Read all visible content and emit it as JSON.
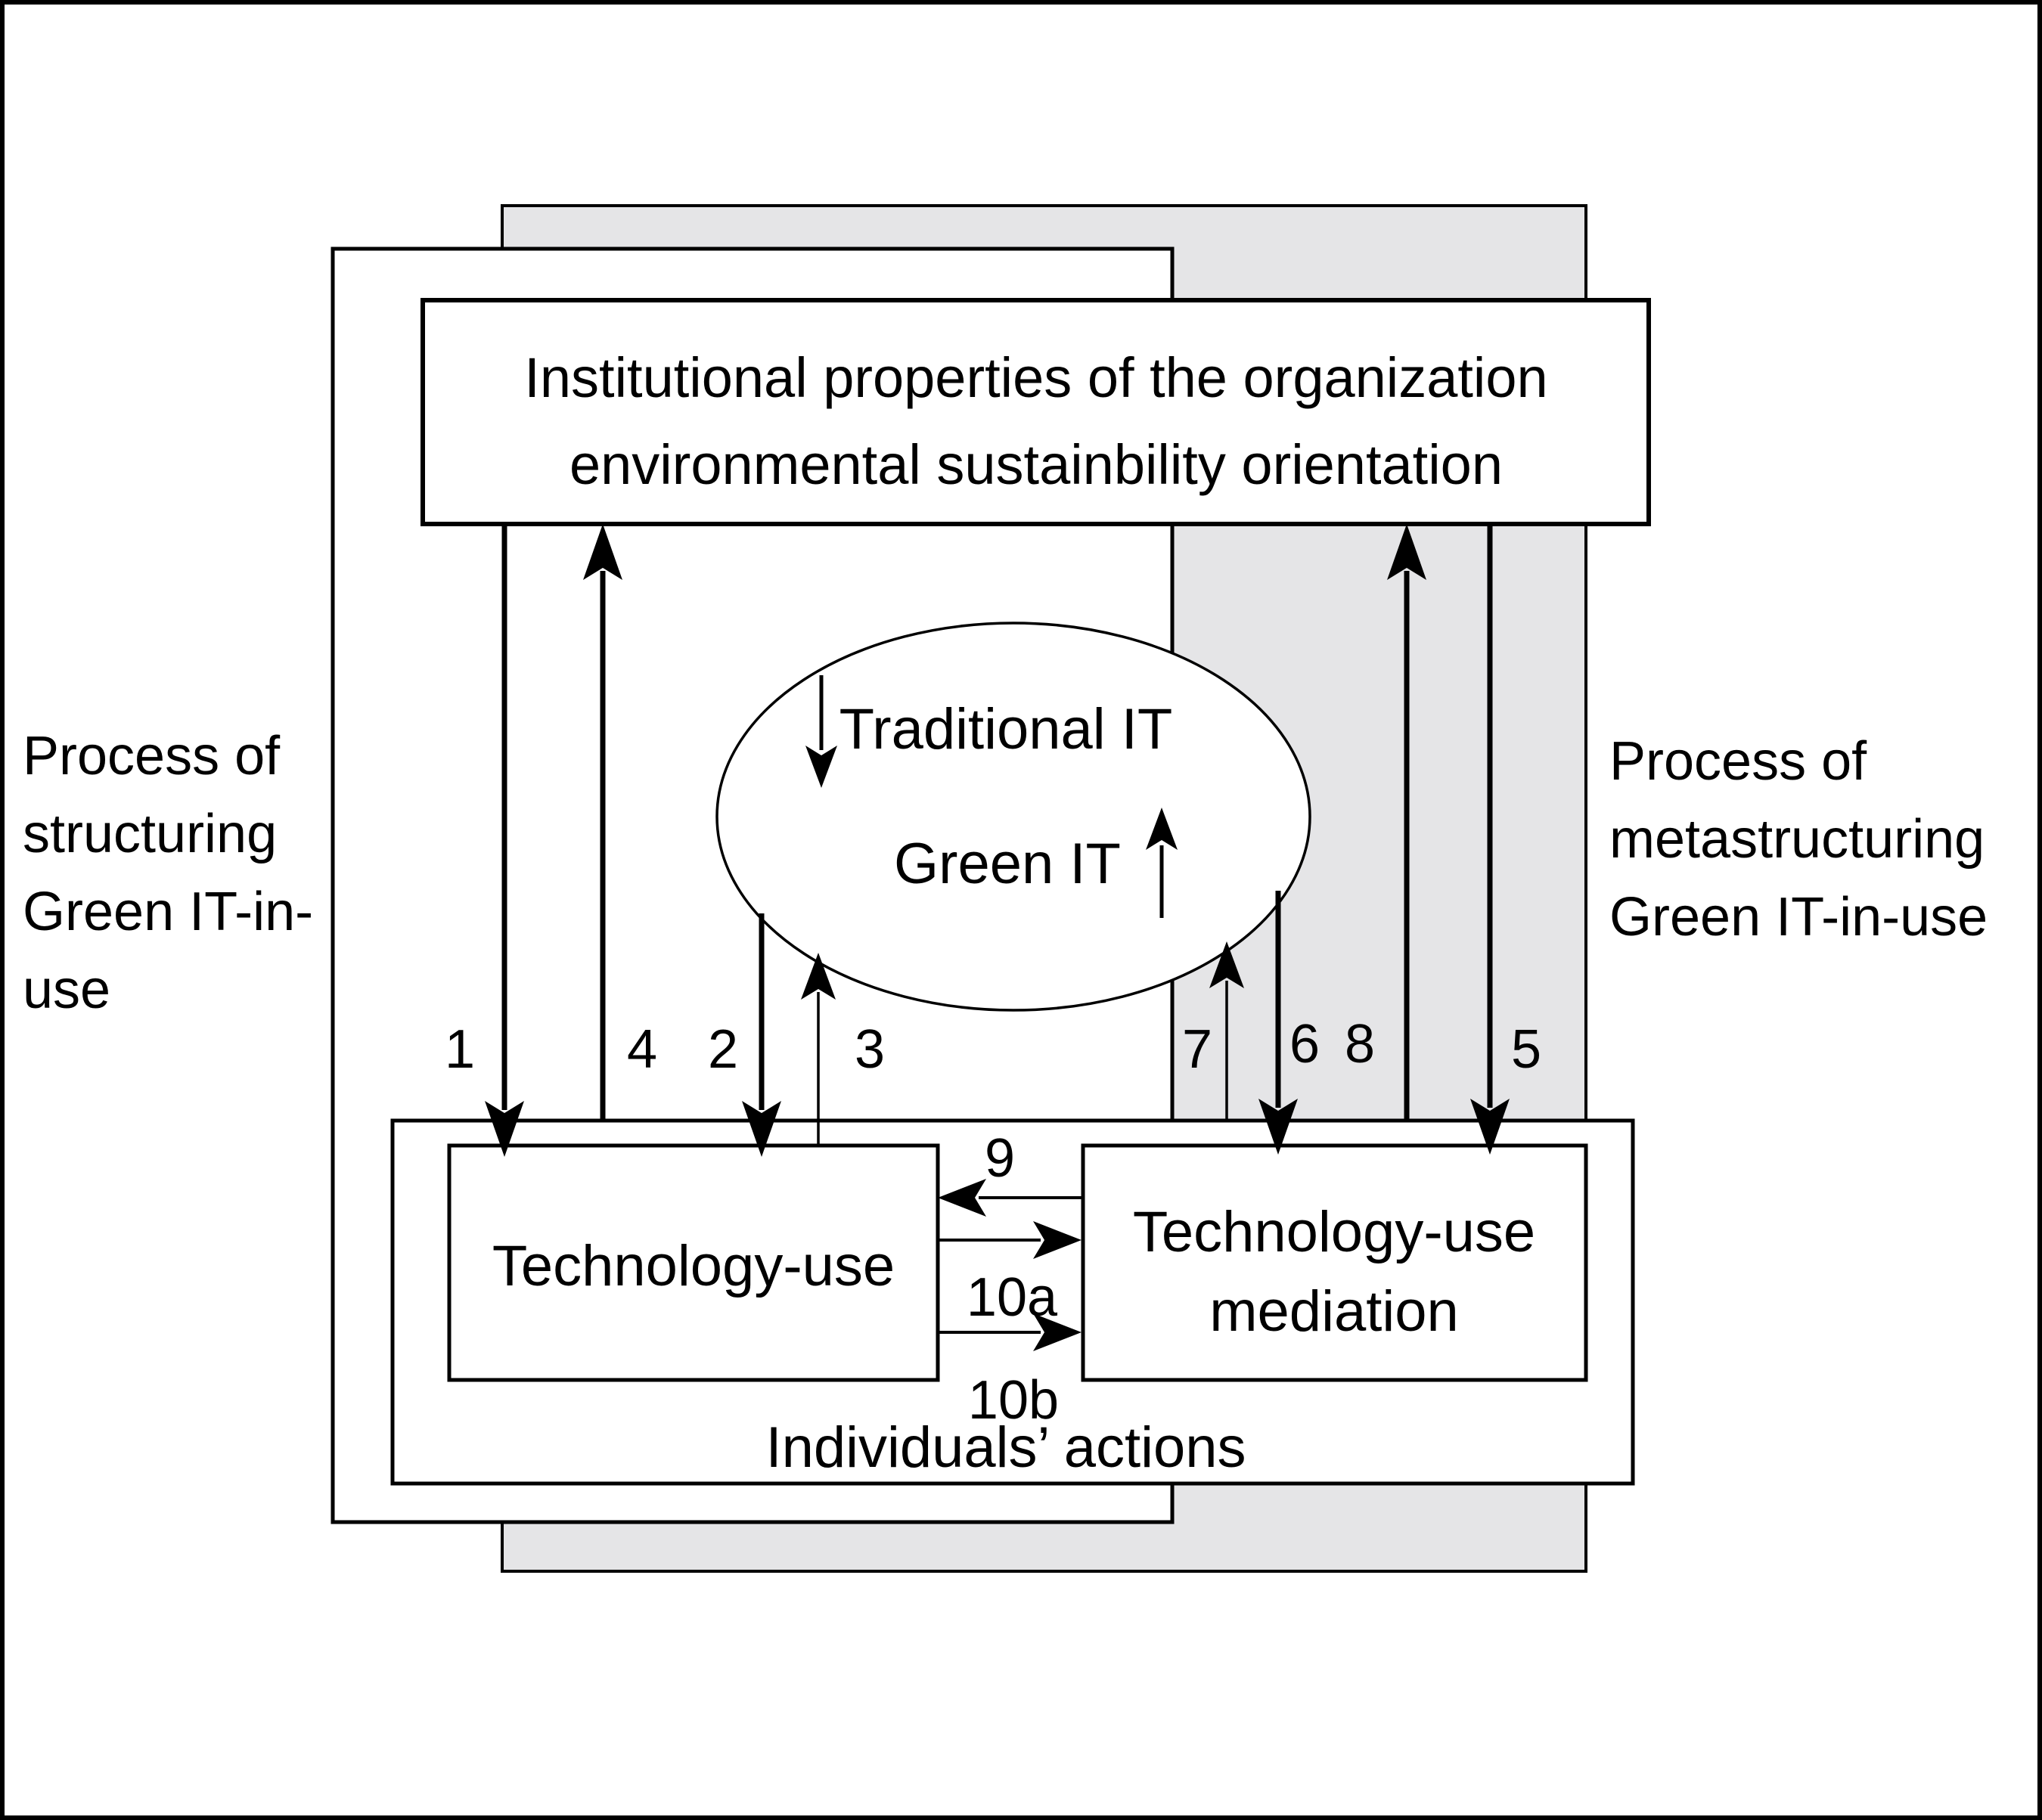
{
  "figure": {
    "institutional_box": {
      "line1": "Institutional properties of the organization",
      "line2": "environmental sustainbility orientation"
    },
    "ellipse": {
      "traditional": "Traditional IT",
      "green": "Green IT"
    },
    "technology_use": {
      "label": "Technology-use"
    },
    "mediation": {
      "line1": "Technology-use",
      "line2": "mediation"
    },
    "individuals": {
      "label": "Individuals’ actions"
    },
    "left_process": {
      "line1": "Process of",
      "line2": "structuring",
      "line3": "Green IT-in-",
      "line4": "use"
    },
    "right_process": {
      "line1": "Process of",
      "line2": "metastructuring",
      "line3": "Green IT-in-use"
    },
    "arrows": {
      "n1": "1",
      "n2": "2",
      "n3": "3",
      "n4": "4",
      "n5": "5",
      "n6": "6",
      "n7": "7",
      "n8": "8",
      "n9": "9",
      "n10a": "10a",
      "n10b": "10b"
    },
    "colors": {
      "shaded_region": "#e5e5e7",
      "line": "#000000",
      "background": "#ffffff"
    }
  }
}
